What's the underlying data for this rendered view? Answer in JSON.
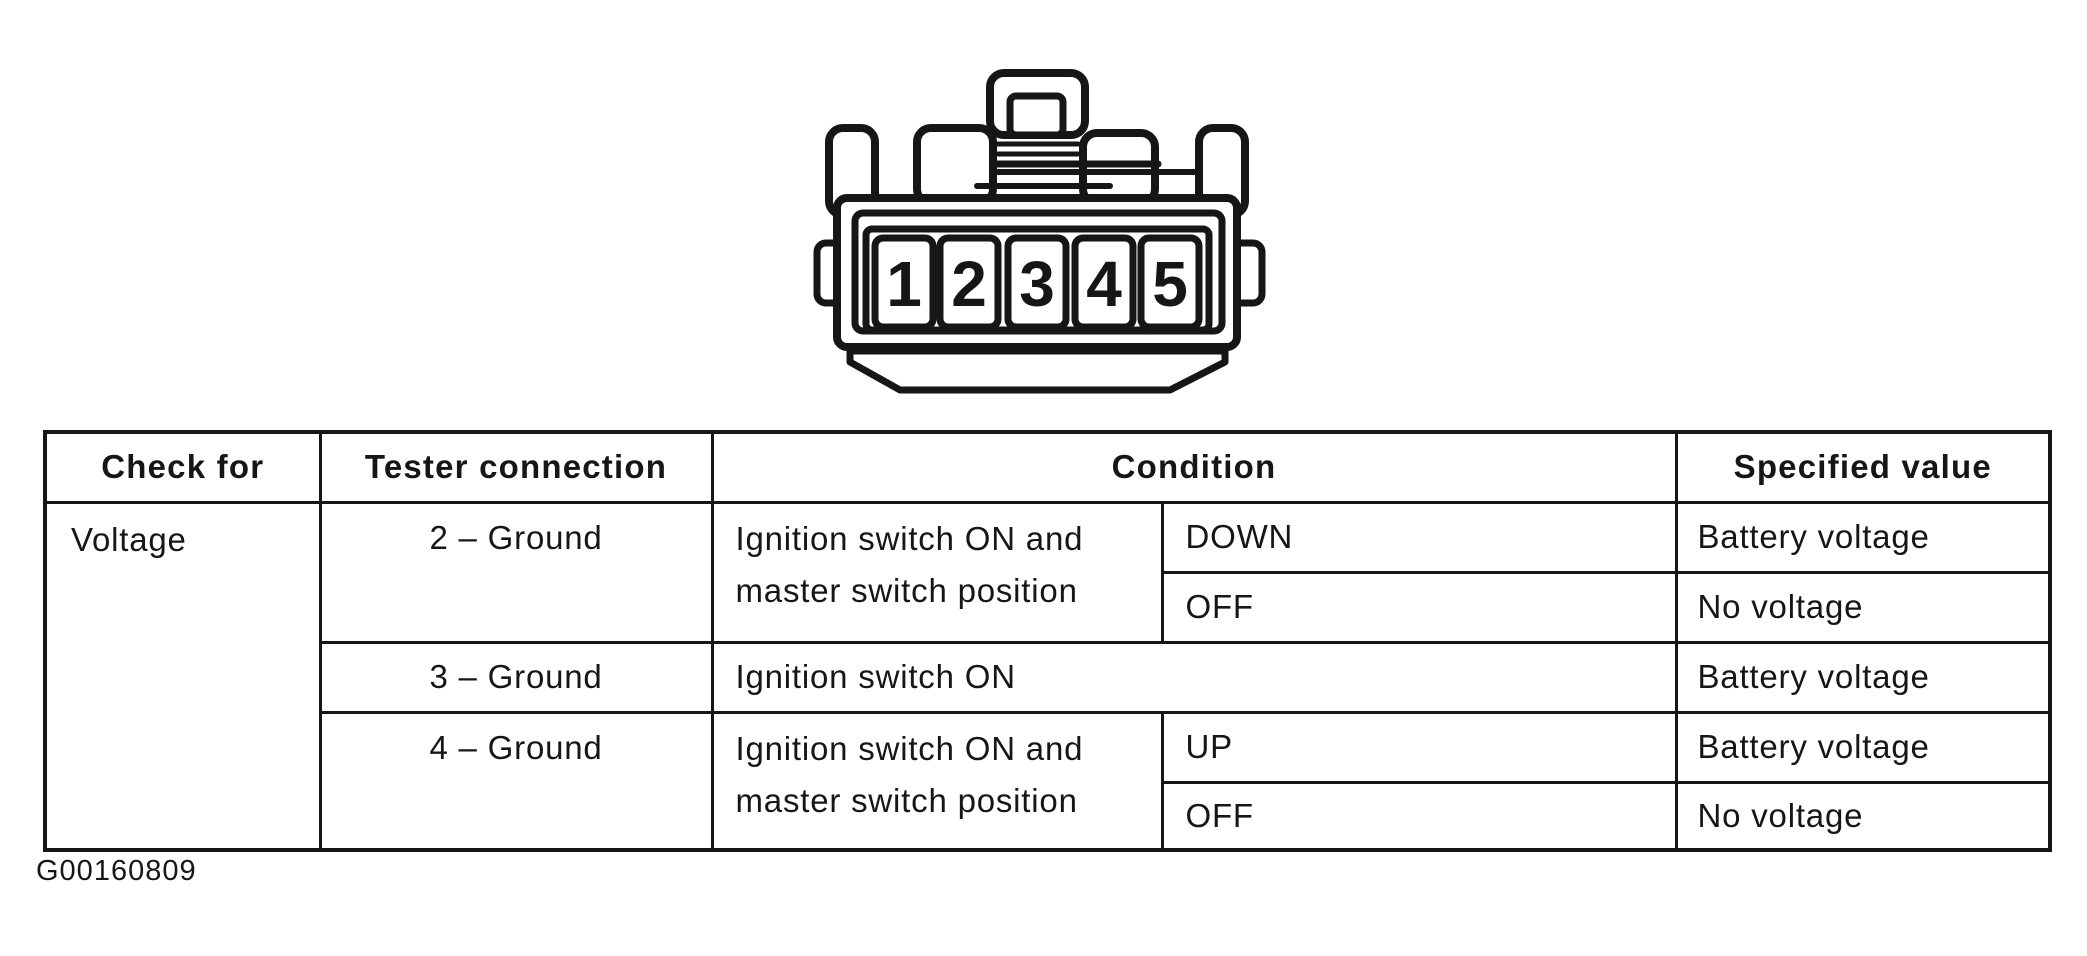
{
  "figure": {
    "figure_id": "G00160809",
    "connector": {
      "description": "5-pin connector front view",
      "pins": [
        "1",
        "2",
        "3",
        "4",
        "5"
      ]
    }
  },
  "table": {
    "headers": {
      "check_for": "Check for",
      "tester_connection": "Tester connection",
      "condition": "Condition",
      "specified_value": "Specified value"
    },
    "rows": [
      {
        "check_for": "Voltage",
        "tester_connection": "2 – Ground",
        "condition": "Ignition switch ON and master switch position",
        "sub_condition": "DOWN",
        "specified_value": "Battery voltage"
      },
      {
        "sub_condition": "OFF",
        "specified_value": "No voltage"
      },
      {
        "tester_connection": "3 – Ground",
        "condition": "Ignition switch ON",
        "specified_value": "Battery voltage"
      },
      {
        "tester_connection": "4 – Ground",
        "condition": "Ignition switch ON and master switch position",
        "sub_condition": "UP",
        "specified_value": "Battery voltage"
      },
      {
        "sub_condition": "OFF",
        "specified_value": "No voltage"
      }
    ]
  },
  "colors": {
    "ink": "#161616",
    "paper": "#ffffff"
  }
}
